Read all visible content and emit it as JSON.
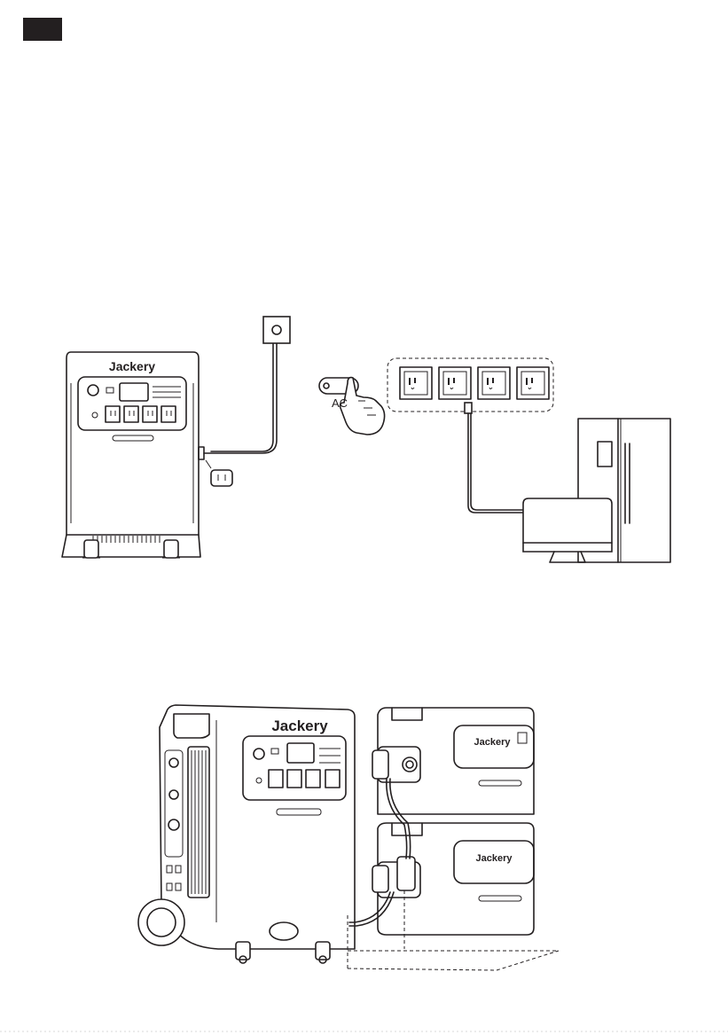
{
  "page": {
    "brand_main_top": "Jackery",
    "brand_main_bottom": "Jackery",
    "brand_pack_upper": "Jackery",
    "brand_pack_lower": "Jackery",
    "ac_label": "AC"
  },
  "colors": {
    "ink": "#231f20",
    "paper": "#ffffff"
  },
  "icons": [
    "wall-socket-icon",
    "ac-inlet-icon",
    "ac-outlet-icon",
    "finger-press-icon",
    "refrigerator-icon",
    "monitor-icon"
  ]
}
